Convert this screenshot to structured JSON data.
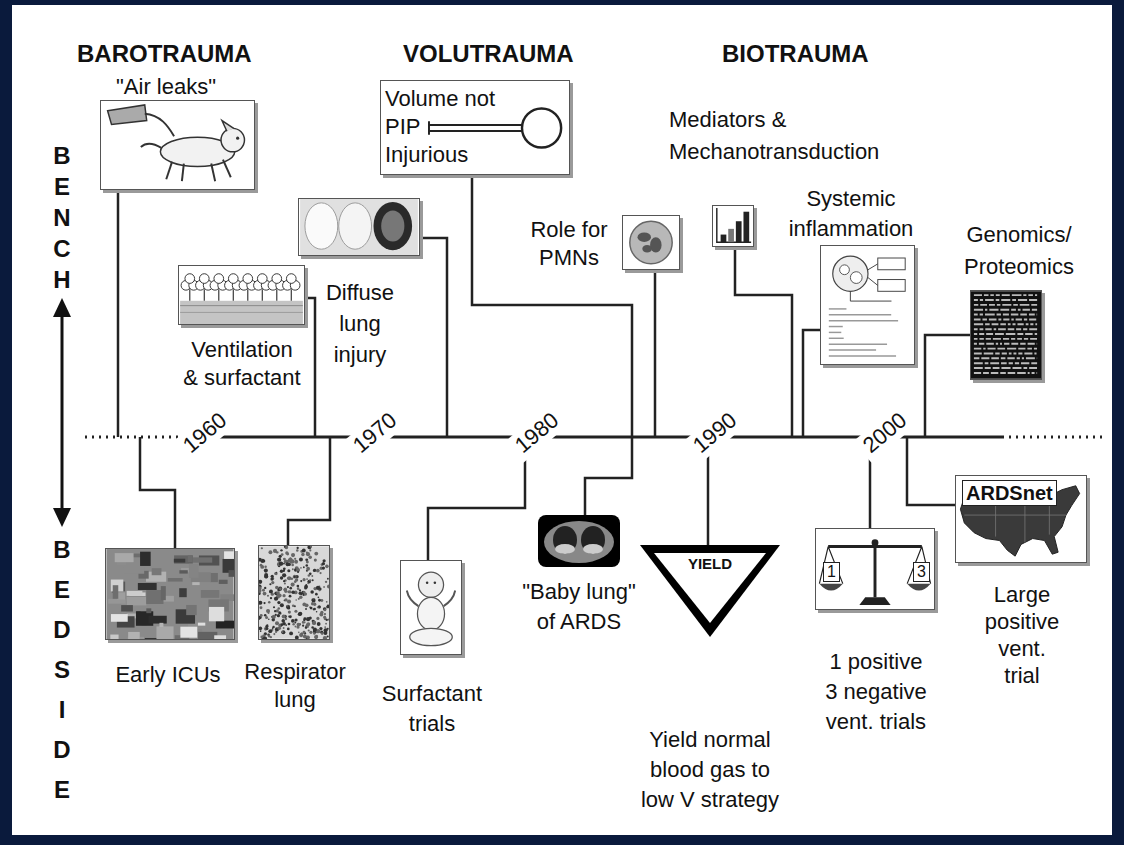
{
  "diagram": {
    "nodes": [
      {
        "text": [
          "\"Air leaks\""
        ]
      },
      {
        "text": [
          "Ventilation & surfactant"
        ]
      },
      {
        "text": [
          "Diffuse lung injury"
        ]
      },
      {
        "text": [
          "Volume not PIP Injurious"
        ]
      },
      {
        "text": [
          "Role for PMNs"
        ]
      },
      {
        "text": [
          "Mediators & Mechanotransduction"
        ]
      },
      {
        "text": [
          "Systemic inflammation"
        ]
      },
      {
        "text": [
          "Genomics/ Proteomics"
        ]
      },
      {
        "text": [
          "1960",
          "1970",
          "1980",
          "1990",
          "2000"
        ]
      },
      {
        "text": [
          "Early ICUs"
        ]
      },
      {
        "text": [
          "Respirator lung"
        ]
      },
      {
        "text": [
          "Surfactant trials"
        ]
      },
      {
        "text": [
          "\"Baby lung\" of ARDS"
        ]
      },
      {
        "text": [
          "YIELD",
          "Yield normal blood gas to low V strategy"
        ]
      },
      {
        "text": [
          "1",
          "3",
          "1 positive 3 negative vent. trials"
        ]
      },
      {
        "text": [
          "ARDSnet",
          "Large positive vent. trial"
        ]
      }
    ],
    "edges": [
      {
        "from": 0,
        "to": 8,
        "arrow": "none"
      },
      {
        "from": 1,
        "to": 8,
        "arrow": "none"
      },
      {
        "from": 2,
        "to": 8,
        "arrow": "none"
      },
      {
        "from": 3,
        "to": 8,
        "arrow": "none"
      },
      {
        "from": 4,
        "to": 8,
        "arrow": "none"
      },
      {
        "from": 5,
        "to": 8,
        "arrow": "none"
      },
      {
        "from": 6,
        "to": 8,
        "arrow": "none"
      },
      {
        "from": 7,
        "to": 8,
        "arrow": "none"
      },
      {
        "from": 9,
        "to": 8,
        "arrow": "none"
      },
      {
        "from": 10,
        "to": 8,
        "arrow": "none"
      },
      {
        "from": 11,
        "to": 8,
        "arrow": "none"
      },
      {
        "from": 12,
        "to": 8,
        "arrow": "none"
      },
      {
        "from": 13,
        "to": 8,
        "arrow": "none"
      },
      {
        "from": 14,
        "to": 8,
        "arrow": "none"
      },
      {
        "from": 15,
        "to": 8,
        "arrow": "none"
      }
    ],
    "labels": [
      "BAROTRAUMA",
      "VOLUTRAUMA",
      "BIOTRAUMA",
      "BENCH",
      "BEDSIDE"
    ]
  }
}
